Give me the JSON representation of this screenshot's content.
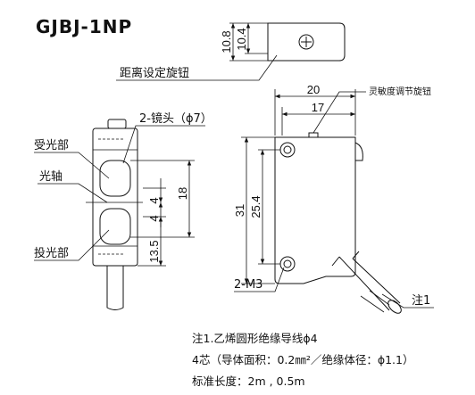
{
  "title": "GJBJ-1NP",
  "labels": {
    "knob": "距离设定旋钮",
    "sensitivity": "灵敏度调节旋钮",
    "receiver": "受光部",
    "axis": "光轴",
    "emitter": "投光部",
    "lens": "2-镜头（ϕ7）",
    "mount": "2-M3",
    "note_ref": "注1"
  },
  "dims": {
    "d10_8": "10.8",
    "d10_4": "10.4",
    "d20": "20",
    "d17": "17",
    "d18": "18",
    "d4a": "4",
    "d4b": "4",
    "d13_5": "13.5",
    "d31": "31",
    "d25_4": "25.4"
  },
  "notes": {
    "line1": "注1.乙烯圆形绝缘导线ϕ4",
    "line2": "4芯（导体面积：0.2㎜²／绝缘体径：ϕ1.1）",
    "line3": "标准长度：2m , 0.5m"
  }
}
